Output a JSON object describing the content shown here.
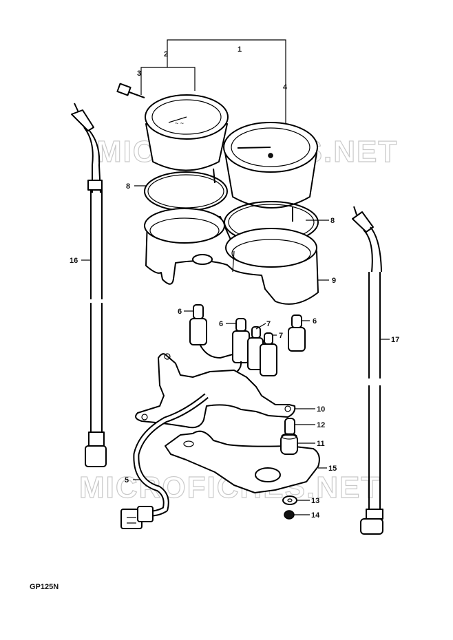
{
  "diagram": {
    "model_code": "GP125N",
    "watermarks": [
      "MICROFICHES.NET",
      "MICROFICHES.NET"
    ],
    "callouts": [
      "1",
      "2",
      "3",
      "4",
      "5",
      "6",
      "6",
      "6",
      "7",
      "7",
      "8",
      "8",
      "9",
      "10",
      "11",
      "12",
      "13",
      "14",
      "15",
      "16",
      "17"
    ]
  }
}
